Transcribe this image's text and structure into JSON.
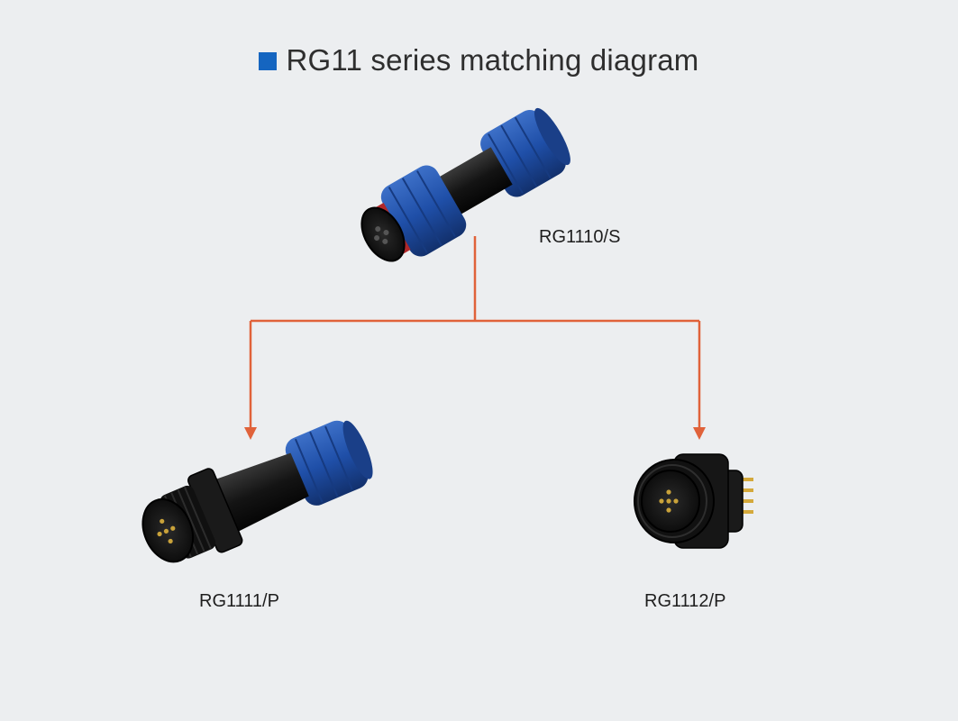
{
  "title": "RG11 series matching diagram",
  "colors": {
    "title_square": "#1565c0",
    "connector_line": "#e0623a",
    "background": "#eceef0",
    "coupling_blue": "#1f4fa8",
    "body_black": "#151515"
  },
  "nodes": {
    "top": {
      "label": "RG1110/S",
      "icon": "cable-socket-connector-icon"
    },
    "left": {
      "label": "RG1111/P",
      "icon": "cable-plug-connector-icon"
    },
    "right": {
      "label": "RG1112/P",
      "icon": "panel-mount-receptacle-icon"
    }
  }
}
